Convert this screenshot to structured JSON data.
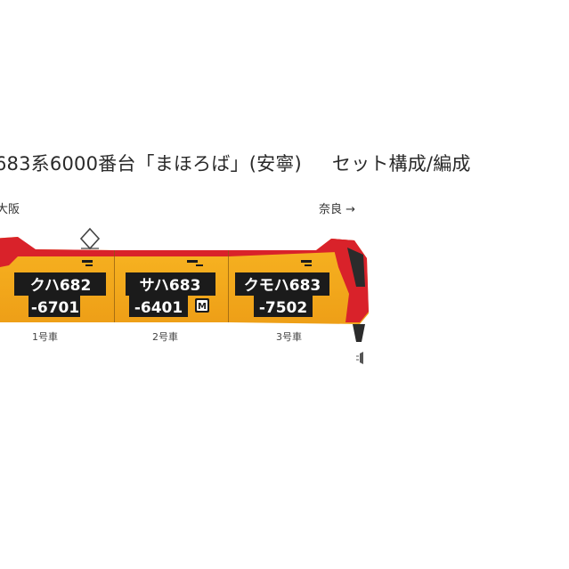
{
  "title": {
    "main": "683系6000番台「まほろば」(安寧)",
    "sub": "セット構成/編成"
  },
  "direction": {
    "left": "大阪",
    "right": "奈良 →"
  },
  "cars": [
    {
      "type_code": "クハ682",
      "number": "-6701",
      "car_label": "1号車",
      "motor": ""
    },
    {
      "type_code": "サハ683",
      "number": "-6401",
      "car_label": "2号車",
      "motor": "M"
    },
    {
      "type_code": "クモハ683",
      "number": "-7502",
      "car_label": "3号車",
      "motor": ""
    }
  ],
  "colors": {
    "body_orange": "#f2a81d",
    "stripe_red": "#d9222a",
    "plate_black": "#1b1b1b",
    "nose_black": "#2b2b2b",
    "bg": "#ffffff"
  },
  "icons": {
    "pantograph": "diamond-pantograph-icon",
    "motor_badge": "motor-m-icon",
    "headlight": "headlight-icon"
  }
}
